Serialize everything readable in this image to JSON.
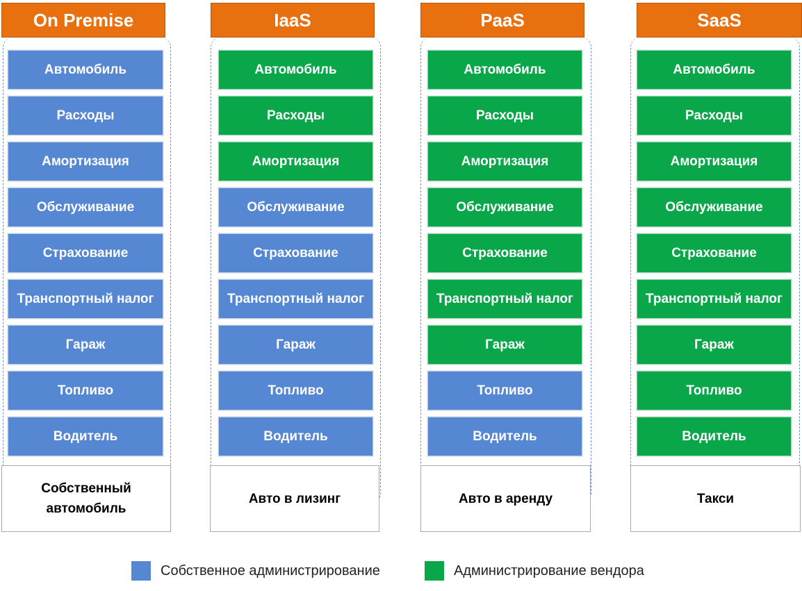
{
  "colors": {
    "header": "#e8700f",
    "own": "#5587d3",
    "vendor": "#0aa64a"
  },
  "columns": [
    {
      "title": "On Premise",
      "footer": "Собственный автомобиль",
      "items": [
        {
          "label": "Автомобиль",
          "type": "own"
        },
        {
          "label": "Расходы",
          "type": "own"
        },
        {
          "label": "Амортизация",
          "type": "own"
        },
        {
          "label": "Обслуживание",
          "type": "own"
        },
        {
          "label": "Страхование",
          "type": "own"
        },
        {
          "label": "Транспортный налог",
          "type": "own"
        },
        {
          "label": "Гараж",
          "type": "own"
        },
        {
          "label": "Топливо",
          "type": "own"
        },
        {
          "label": "Водитель",
          "type": "own"
        }
      ]
    },
    {
      "title": "IaaS",
      "footer": "Авто в лизинг",
      "items": [
        {
          "label": "Автомобиль",
          "type": "vendor"
        },
        {
          "label": "Расходы",
          "type": "vendor"
        },
        {
          "label": "Амортизация",
          "type": "vendor"
        },
        {
          "label": "Обслуживание",
          "type": "own"
        },
        {
          "label": "Страхование",
          "type": "own"
        },
        {
          "label": "Транспортный налог",
          "type": "own"
        },
        {
          "label": "Гараж",
          "type": "own"
        },
        {
          "label": "Топливо",
          "type": "own"
        },
        {
          "label": "Водитель",
          "type": "own"
        }
      ]
    },
    {
      "title": "PaaS",
      "footer": "Авто в аренду",
      "items": [
        {
          "label": "Автомобиль",
          "type": "vendor"
        },
        {
          "label": "Расходы",
          "type": "vendor"
        },
        {
          "label": "Амортизация",
          "type": "vendor"
        },
        {
          "label": "Обслуживание",
          "type": "vendor"
        },
        {
          "label": "Страхование",
          "type": "vendor"
        },
        {
          "label": "Транспортный налог",
          "type": "vendor"
        },
        {
          "label": "Гараж",
          "type": "vendor"
        },
        {
          "label": "Топливо",
          "type": "own"
        },
        {
          "label": "Водитель",
          "type": "own"
        }
      ]
    },
    {
      "title": "SaaS",
      "footer": "Такси",
      "items": [
        {
          "label": "Автомобиль",
          "type": "vendor"
        },
        {
          "label": "Расходы",
          "type": "vendor"
        },
        {
          "label": "Амортизация",
          "type": "vendor"
        },
        {
          "label": "Обслуживание",
          "type": "vendor"
        },
        {
          "label": "Страхование",
          "type": "vendor"
        },
        {
          "label": "Транспортный налог",
          "type": "vendor"
        },
        {
          "label": "Гараж",
          "type": "vendor"
        },
        {
          "label": "Топливо",
          "type": "vendor"
        },
        {
          "label": "Водитель",
          "type": "vendor"
        }
      ]
    }
  ],
  "legend": {
    "own_label": "Собственное администрирование",
    "vendor_label": "Администрирование вендора"
  }
}
